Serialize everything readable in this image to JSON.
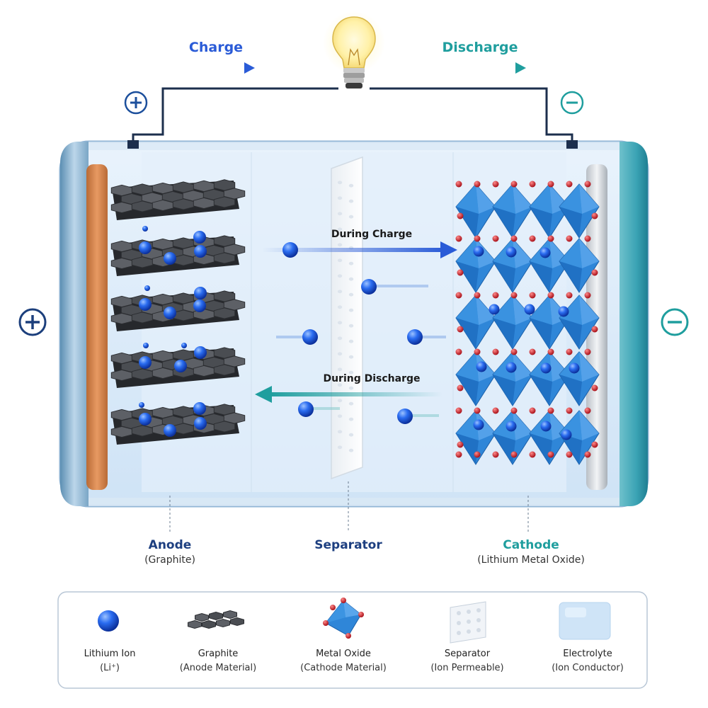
{
  "diagram": {
    "charge_label": "Charge",
    "discharge_label": "Discharge",
    "during_charge": "During Charge",
    "during_discharge": "During Discharge",
    "colors": {
      "charge": "#2a5bd7",
      "discharge": "#1f9e9e",
      "wire": "#1c2f4d",
      "lithium_ion": "#1e5be0",
      "graphite": "#3a3c40",
      "metal_oxide": "#2f86d8",
      "oxygen": "#d8262e"
    },
    "parts": {
      "anode": {
        "title": "Anode",
        "subtitle": "(Graphite)"
      },
      "separator": {
        "title": "Separator"
      },
      "cathode": {
        "title": "Cathode",
        "subtitle": "(Lithium Metal Oxide)"
      }
    }
  },
  "legend": {
    "items": [
      {
        "name": "Lithium Ion",
        "desc": "(Li⁺)",
        "icon": "lithium-ion-icon"
      },
      {
        "name": "Graphite",
        "desc": "(Anode Material)",
        "icon": "graphite-icon"
      },
      {
        "name": "Metal Oxide",
        "desc": "(Cathode Material)",
        "icon": "metal-oxide-icon"
      },
      {
        "name": "Separator",
        "desc": "(Ion Permeable)",
        "icon": "separator-icon"
      },
      {
        "name": "Electrolyte",
        "desc": "(Ion Conductor)",
        "icon": "electrolyte-icon"
      }
    ]
  }
}
